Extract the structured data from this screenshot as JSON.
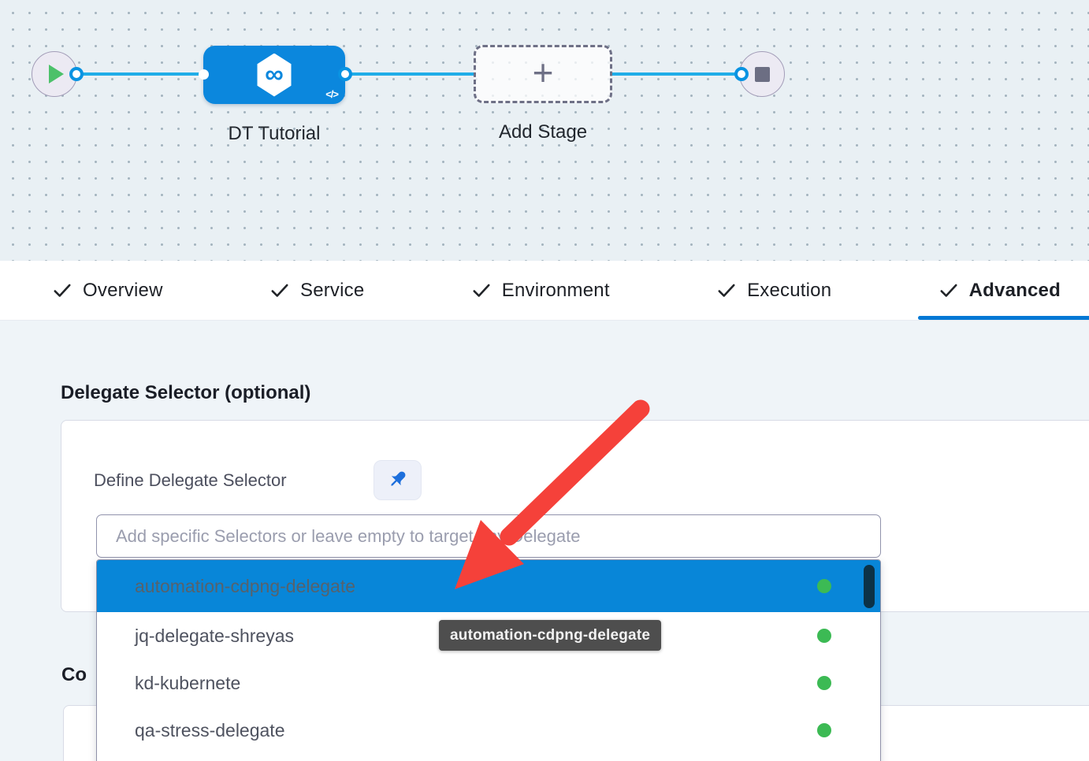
{
  "canvas": {
    "stage_label": "DT Tutorial",
    "add_stage_label": "Add Stage",
    "plus_glyph": "+",
    "code_glyph": "</>",
    "stage_icon_glyph": "∞"
  },
  "tabs": [
    {
      "label": "Overview",
      "checked": true,
      "active": false
    },
    {
      "label": "Service",
      "checked": true,
      "active": false
    },
    {
      "label": "Environment",
      "checked": true,
      "active": false
    },
    {
      "label": "Execution",
      "checked": true,
      "active": false
    },
    {
      "label": "Advanced",
      "checked": true,
      "active": true
    }
  ],
  "delegate_section": {
    "heading": "Delegate Selector (optional)",
    "define_label": "Define Delegate Selector",
    "input_placeholder": "Add specific Selectors or leave empty to target any Delegate",
    "input_value": ""
  },
  "truncated_heading": "Co",
  "dropdown": {
    "items": [
      {
        "label": "automation-cdpng-delegate",
        "status": "connected",
        "selected": true
      },
      {
        "label": "jq-delegate-shreyas",
        "status": "connected",
        "selected": false
      },
      {
        "label": "kd-kubernete",
        "status": "connected",
        "selected": false
      },
      {
        "label": "qa-stress-delegate",
        "status": "connected",
        "selected": false
      }
    ]
  },
  "tooltip": {
    "text": "automation-cdpng-delegate"
  },
  "colors": {
    "stage_node_blue": "#0b87dd",
    "edge_blue": "#1fade8",
    "tab_underline_blue": "#0278d5",
    "dropdown_highlight_blue": "#0886d8",
    "status_green": "#3cba54",
    "play_green": "#4cc16a",
    "arrow_red": "#f5413a",
    "tooltip_gray": "#4e4e4e",
    "content_background": "#eff4f8"
  }
}
